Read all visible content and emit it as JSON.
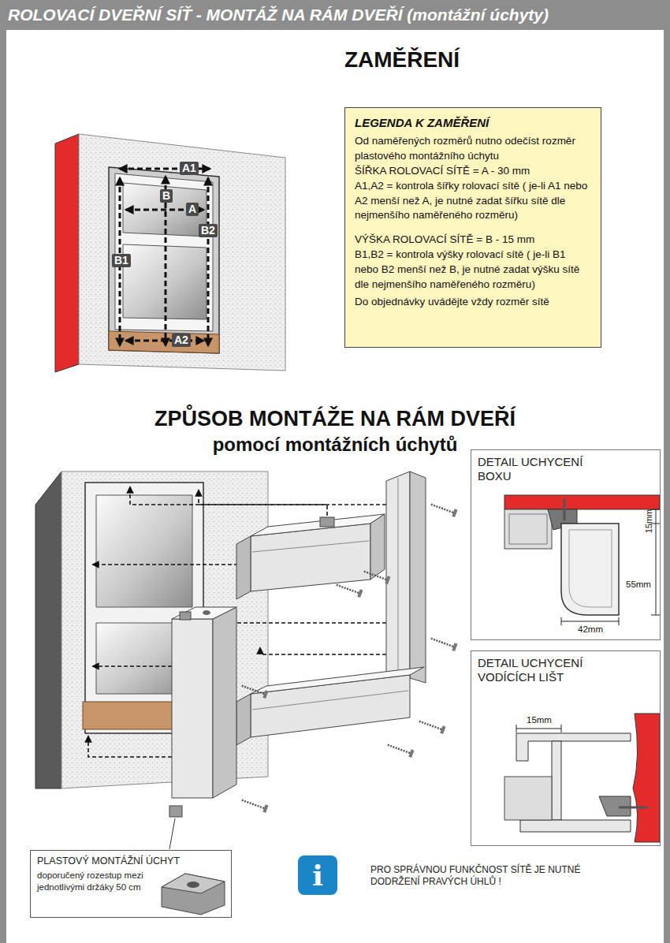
{
  "diagram": {
    "title": "ROLOVACÍ DVEŘNÍ SÍŤ - MONTÁŽ NA RÁM DVEŘÍ (montážní úchyty)",
    "nodes": [
      {
        "text": [
          "LEGENDA K ZAMĚŘENÍ",
          "Od naměřených rozměrů nutno odečíst rozměr plastového montážního úchytu",
          "ŠÍŘKA ROLOVACÍ SÍTĚ = A - 30 mm",
          "A1,A2 = kontrola šířky rolovací sítě ( je-li A1 nebo A2 menší než A, je nutné zadat šířku sítě dle nejmenšího naměřeného rozměru)",
          "VÝŠKA ROLOVACÍ SÍTĚ = B - 15 mm",
          "B1,B2 = kontrola výšky rolovací sítě ( je-li B1 nebo B2 menší než B, je nutné zadat výšku sítě dle nejmenšího naměřeného rozměru)",
          "Do objednávky uvádějte vždy rozměr sítě"
        ]
      },
      {
        "text": [
          "DETAIL UCHYCENÍ BOXU",
          "15mm",
          "55mm",
          "42mm"
        ]
      },
      {
        "text": [
          "DETAIL UCHYCENÍ VODÍCÍCH LIŠT",
          "15mm"
        ]
      },
      {
        "text": [
          "PLASTOVÝ MONTÁŽNÍ ÚCHYT",
          "doporučený rozestup mezi jednotlivými držáky 50 cm"
        ]
      },
      {
        "text": [
          "i"
        ]
      }
    ],
    "labels": [
      "ZAMĚŘENÍ",
      "A1",
      "B",
      "A",
      "B2",
      "B1",
      "A2",
      "ZPŮSOB MONTÁŽE NA RÁM DVEŘÍ",
      "pomocí montážních úchytů",
      "PRO SPRÁVNOU FUNKČNOST SÍTĚ JE NUTNÉ DODRŽENÍ PRAVÝCH ÚHLŮ !"
    ]
  }
}
